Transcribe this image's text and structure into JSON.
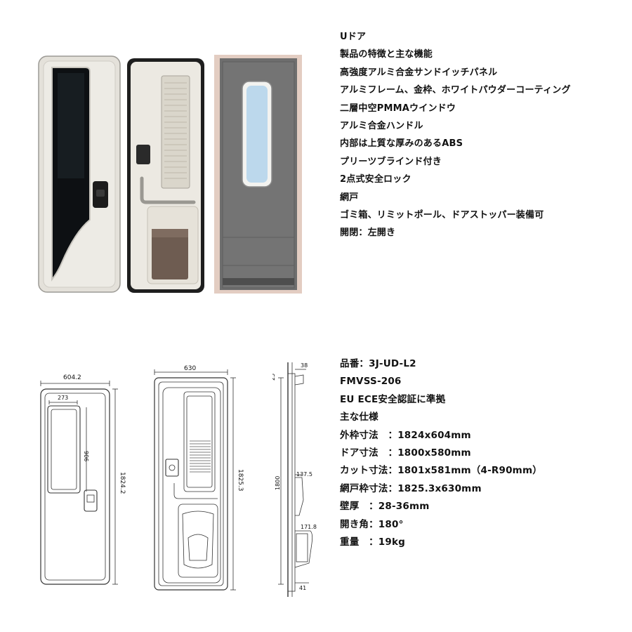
{
  "features": {
    "title": "Uドア",
    "items": [
      "製品の特徴と主な機能",
      "高強度アルミ合金サンドイッチパネル",
      "アルミフレーム、金枠、ホワイトパウダーコーティング",
      "二層中空PMMAウインドウ",
      "アルミ合金ハンドル",
      "内部は上質な厚みのあるABS",
      "プリーツブラインド付き",
      "2点式安全ロック",
      "網戸",
      "ゴミ箱、リミットポール、ドアストッパー装備可",
      "開閉：左開き"
    ]
  },
  "specs": [
    "品番：3J-UD-L2",
    "FMVSS-206",
    "EU ECE安全認証に準拠",
    "主な仕様",
    "外枠寸法　：1824x604mm",
    "ドア寸法　：1800x580mm",
    "カット寸法：1801x581mm（4-R90mm）",
    "網戸枠寸法：1825.3x630mm",
    "壁厚　：28-36mm",
    "開き角：180°",
    "重量　：19kg"
  ],
  "drawing_front": {
    "width": "604.2",
    "window_width": "273",
    "window_height": "906",
    "height": "1824.2"
  },
  "drawing_inner": {
    "width": "630",
    "height": "1825.3"
  },
  "drawing_side": {
    "top_thickness": "38",
    "top_offset": "25",
    "height": "1800",
    "handle_depth": "137.5",
    "bin_depth": "171.8",
    "bottom_thickness": "41"
  },
  "colors": {
    "door_white": "#ece9e2",
    "frame_dark": "#2b2b2b",
    "window_dark": "#0e1114",
    "bin_brown": "#6e5c51",
    "screen_grey": "#6e6e6e",
    "screen_frame": "#e3cdc2",
    "glass_blue": "#bcd8ec"
  }
}
